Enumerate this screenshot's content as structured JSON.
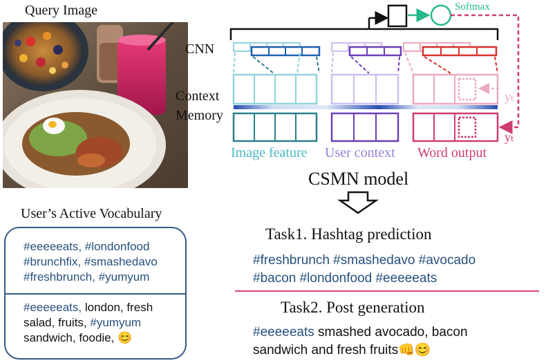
{
  "query_image": {
    "title": "Query Image"
  },
  "vocabulary": {
    "title": "User’s Active Vocabulary",
    "hashtag_lines": [
      "#eeeeeats, #londonfood",
      "#brunchfix, #smashedavo",
      "#freshbrunch, #yumyum"
    ],
    "word_lines": [
      {
        "tag": "#eeeeeats,",
        "rest": " london, fresh"
      },
      {
        "pre": "salad, fruits, ",
        "tag": "#yumyum"
      },
      {
        "text": "sandwich, foodie, 😊"
      }
    ]
  },
  "model": {
    "cnn_label": "CNN",
    "context_label": "Context",
    "memory_label": "Memory",
    "softmax_label": "Softmax",
    "yt_label_top": "yₜ",
    "yt_label_bottom": "yₜ",
    "parts": {
      "image": "Image feature",
      "user": "User context",
      "word": "Word output"
    },
    "title": "CSMN model",
    "colors": {
      "image": "#4ab9c4",
      "image_dark": "#2a7f8c",
      "user": "#9b7fd6",
      "user_dark": "#6a3fb8",
      "word": "#cf3d6e",
      "word_light": "#eda9bf",
      "cnn_blue": "#1f5fb0",
      "softmax_green": "#27b98c",
      "hashtag_blue": "#27507d"
    }
  },
  "tasks": {
    "task1_title": "Task1. Hashtag prediction",
    "task1_lines": [
      "#freshbrunch #smashedavo #avocado",
      "#bacon #londonfood #eeeeeats"
    ],
    "task2_title": "Task2. Post generation",
    "task2_tag": "#eeeeeats",
    "task2_line1_rest": " smashed avocado, bacon",
    "task2_line2": "sandwich and fresh fruits👊😊"
  }
}
